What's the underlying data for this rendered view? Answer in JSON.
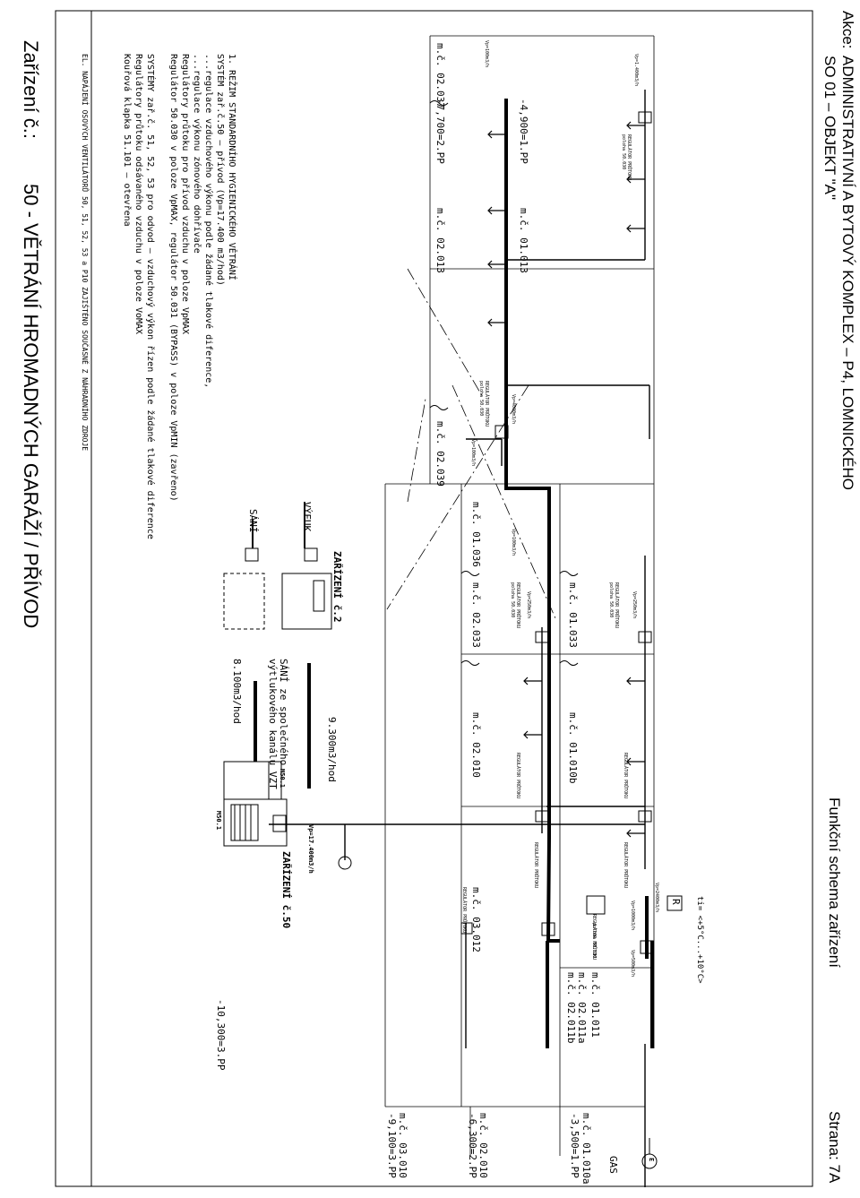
{
  "header": {
    "akce_label": "Akce:",
    "project": "ADMINISTRATIVNÍ A BYTOVÝ KOMPLEX – P4, LOMNICKÉHO",
    "object": "SO 01 – OBJEKT \"A\"",
    "schema": "Funkční schema zařízení",
    "page": "Strana: 7A"
  },
  "footer": {
    "device_label": "Zařízení č.:",
    "device_title": "50 - VĚTRÁNÍ HROMADNÝCH GARÁŽÍ / PŘÍVOD"
  },
  "notes": {
    "l1": "1.  REŽIM  STANDARDNÍHO  HYGIENICKÉHO  VĚTRÁNÍ",
    "l2": "SYSTÉM  zař.č.50  –  přívod  (Vp=17.400  m3/hod)",
    "l3": "...regulace  vzduchového  výkonu  podle  žádané  tlakové  diference,",
    "l4": "...regulace  výkonu  zónového  dohřívače",
    "l5": "Regulátory  průtoku  pro  přívod  vzduchu  v  poloze  VpMAX",
    "l6": "Regulátor  50.030  v  poloze  VpMAX,  regulátor  50.031  (BYPASS)  v  poloze  VpMIN  (zavřeno)",
    "l7": "SYSTÉMY  zař.č.  51,  52,  53  pro  odvod  –  vzduchový  výkon  řízen  podle  žádané  tlakové  diference",
    "l8": "Regulátory  průtoku  odsávaného  vzduchu  v  poloze  VoMAX",
    "l9": "Kouřová  klapka  51.101  –  otevřena",
    "l10": "EL.  NAPÁJENÍ  OSOVÝCH  VENTILÁTORŮ  50,  51,  52,  53  a  P10  ZAJIŠTĚNO  SOUČASNĚ  Z  NÁHRADNÍHO  ZDROJE"
  },
  "floors": {
    "pp1": "-4,900=1.PP",
    "pp2": "-7,700=2.PP",
    "pp3": "-10,300=3.PP",
    "f1": "-3,500=1.PP",
    "f2": "-6,300=2.PP",
    "f3": "-9,100=3.PP"
  },
  "rooms": {
    "r02037": "m.č.  02.037",
    "r02013": "m.č.  02.013",
    "r01013": "m.č.  01.013",
    "r02039": "m.č.  02.039",
    "r01036": "m.č.  01.036",
    "r02033": "m.č.  02.033",
    "r01033": "m.č.  01.033",
    "r02010": "m.č.  02.010",
    "r01010b": "m.č.  01.010b",
    "r03012": "m.č.  03.012",
    "r01011": "m.č.  01.011",
    "r02011a": "m.č.  02.011a",
    "r02011b": "m.č.  02.011b",
    "r01010a": "m.č.  01.010a",
    "r02010b": "m.č.  02.010",
    "r03010": "m.č.  03.010"
  },
  "labels": {
    "zarizeni2": "ZAŘÍZENÍ č.2",
    "zarizeni50": "ZAŘÍZENÍ č.50",
    "vyfuk": "VÝFUK",
    "sani": "SÁNÍ",
    "sani_spol_1": "SÁNÍ  ze  společného",
    "sani_spol_2": "výtlukového  kanálu  VZT",
    "flow_8100": "8.100m3/hod",
    "flow_9300": "9.300m3/hod",
    "vp_main": "Vp=17.400m3/h",
    "gas": "GAS",
    "temp": "ti=  <+5°C...+10°C>",
    "r_symbol": "R",
    "m501": "M50.1",
    "m501a": "M50.1",
    "e_symbol": "E",
    "reg": "REGULÁTOR  PRŮTOKU",
    "reg_pos": "poloha  50.030",
    "vp100": "Vp=100m3/h",
    "vp250": "Vp=250m3/h",
    "vp1000": "Vp=1000m3/h",
    "vp2400": "Vp=2400m3/h",
    "vp1400": "Vp=1.400m3/h",
    "vp500": "Vp=500m3/h",
    "vp4000": "Vp=4000m3/h"
  }
}
